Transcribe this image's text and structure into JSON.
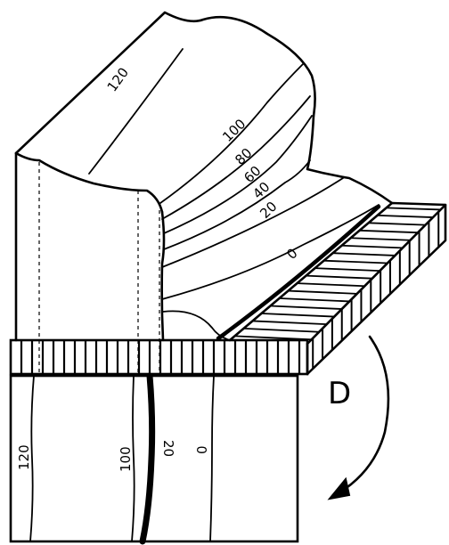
{
  "diagram": {
    "block_contour_labels": [
      "120",
      "100",
      "80",
      "60",
      "40",
      "20",
      "0"
    ],
    "section_contour_labels": [
      "120",
      "100",
      "20",
      "0"
    ],
    "rotation_label": "D"
  }
}
